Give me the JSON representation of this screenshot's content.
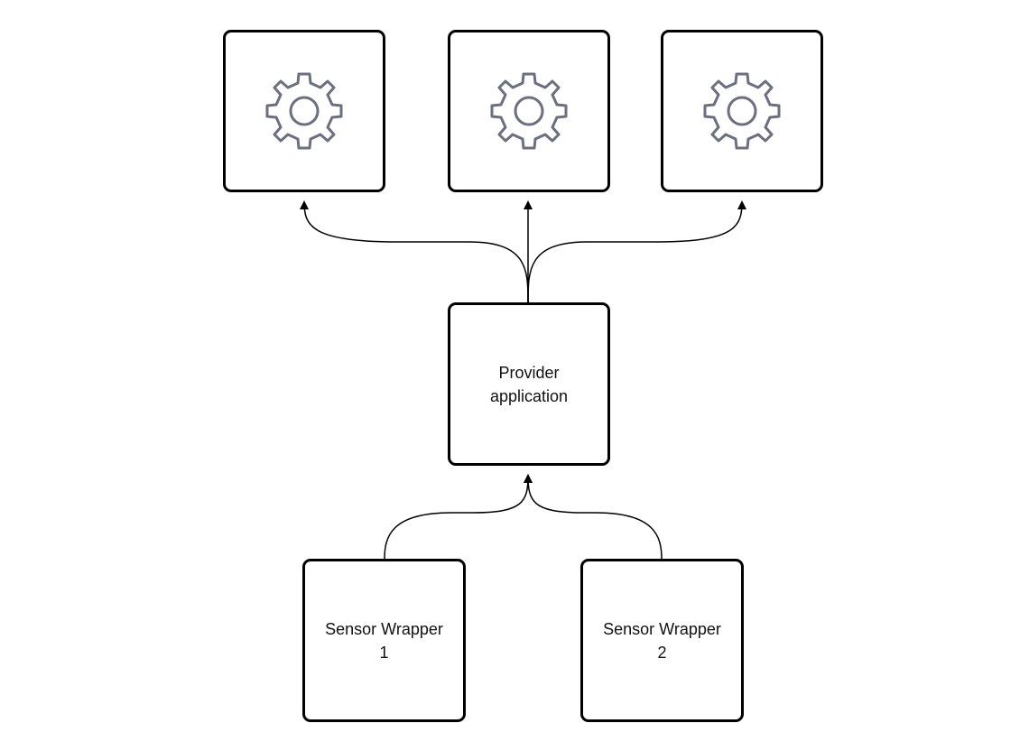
{
  "diagram": {
    "nodes": {
      "consumer_1": {
        "icon": "gear-icon"
      },
      "consumer_2": {
        "icon": "gear-icon"
      },
      "consumer_3": {
        "icon": "gear-icon"
      },
      "provider": {
        "label": "Provider\napplication"
      },
      "sensor_1": {
        "label": "Sensor Wrapper\n1"
      },
      "sensor_2": {
        "label": "Sensor Wrapper\n2"
      }
    },
    "edges": [
      {
        "from": "provider",
        "to": "consumer_1"
      },
      {
        "from": "provider",
        "to": "consumer_2"
      },
      {
        "from": "provider",
        "to": "consumer_3"
      },
      {
        "from": "sensor_1",
        "to": "provider"
      },
      {
        "from": "sensor_2",
        "to": "provider"
      }
    ]
  },
  "colors": {
    "stroke": "#000000",
    "icon": "#6b6f80",
    "background": "#ffffff"
  }
}
